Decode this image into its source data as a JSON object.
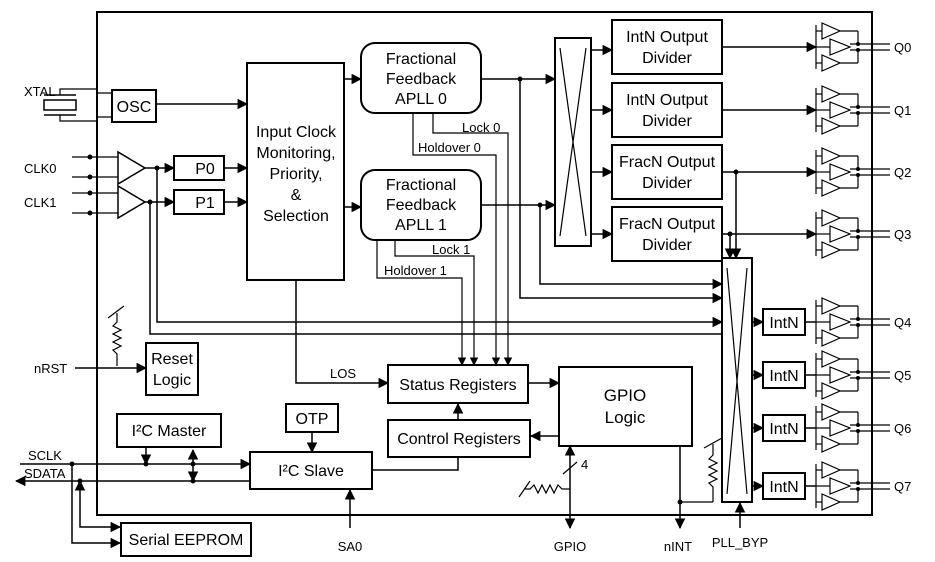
{
  "pins": {
    "xtal": "XTAL",
    "clk0": "CLK0",
    "clk1": "CLK1",
    "nrst": "nRST",
    "sclk": "SCLK",
    "sdata": "SDATA",
    "sa0": "SA0",
    "gpio": "GPIO",
    "nint": "nINT",
    "pll_byp": "PLL_BYP",
    "q": [
      "Q0",
      "Q1",
      "Q2",
      "Q3",
      "Q4",
      "Q5",
      "Q6",
      "Q7"
    ]
  },
  "blocks": {
    "osc": "OSC",
    "p0": "P0",
    "p1": "P1",
    "input_clock": [
      "Input Clock",
      "Monitoring,",
      "Priority,",
      "&",
      "Selection"
    ],
    "apll0": [
      "Fractional",
      "Feedback",
      "APLL 0"
    ],
    "apll1": [
      "Fractional",
      "Feedback",
      "APLL 1"
    ],
    "div0": [
      "IntN Output",
      "Divider"
    ],
    "div1": [
      "IntN Output",
      "Divider"
    ],
    "div2": [
      "FracN Output",
      "Divider"
    ],
    "div3": [
      "FracN Output",
      "Divider"
    ],
    "intn": [
      "IntN",
      "IntN",
      "IntN",
      "IntN"
    ],
    "reset_logic": [
      "Reset",
      "Logic"
    ],
    "status_registers": "Status Registers",
    "control_registers": "Control Registers",
    "gpio_logic": [
      "GPIO",
      "Logic"
    ],
    "otp": "OTP",
    "i2c_master": "I²C Master",
    "i2c_slave": "I²C Slave",
    "serial_eeprom": "Serial EEPROM"
  },
  "signals": {
    "lock0": "Lock 0",
    "holdover0": "Holdover 0",
    "lock1": "Lock 1",
    "holdover1": "Holdover 1",
    "los": "LOS",
    "bus_width": "4"
  }
}
